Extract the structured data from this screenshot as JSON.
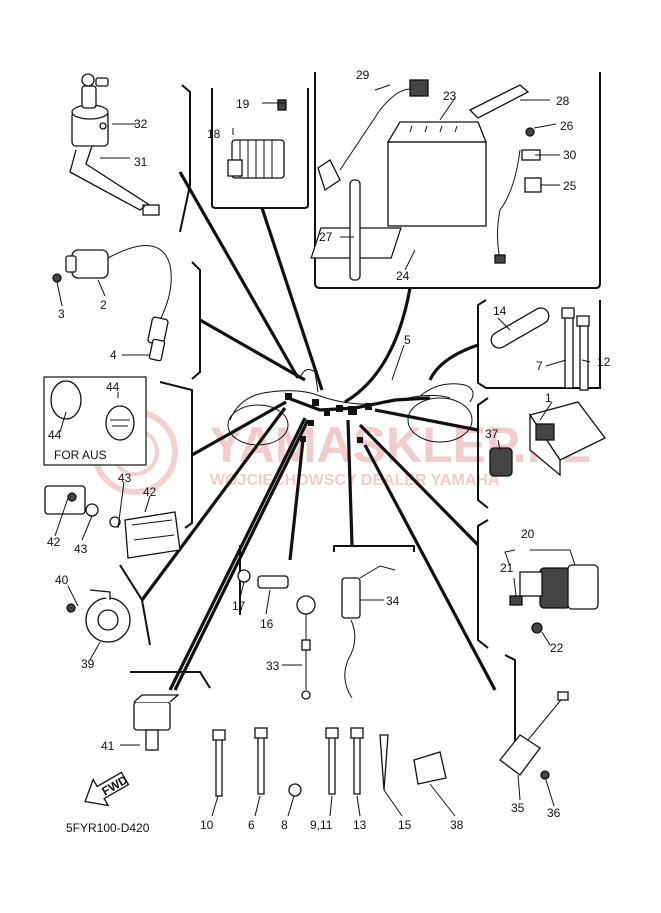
{
  "diagram_code": "5FYR100-D420",
  "note_for_aus": "FOR AUS",
  "fwd_arrow_text": "FWD",
  "watermark": {
    "brand": "YAMASKLEP.PL",
    "tagline": "WOJCIECHOWSCY DEALER YAMAHA"
  },
  "callouts": {
    "c1": "1",
    "c2": "2",
    "c3": "3",
    "c4": "4",
    "c5": "5",
    "c6": "6",
    "c7": "7",
    "c8": "8",
    "c9_11": "9,11",
    "c10": "10",
    "c12": "12",
    "c13": "13",
    "c14": "14",
    "c15": "15",
    "c16": "16",
    "c17": "17",
    "c18": "18",
    "c19": "19",
    "c20": "20",
    "c21": "21",
    "c22": "22",
    "c23": "23",
    "c24": "24",
    "c25": "25",
    "c26": "26",
    "c27": "27",
    "c28": "28",
    "c29": "29",
    "c30": "30",
    "c31": "31",
    "c32": "32",
    "c33": "33",
    "c34": "34",
    "c35": "35",
    "c36": "36",
    "c37": "37",
    "c38": "38",
    "c39": "39",
    "c40": "40",
    "c41": "41",
    "c42a": "42",
    "c42b": "42",
    "c43a": "43",
    "c43b": "43",
    "c44a": "44",
    "c44b": "44"
  }
}
